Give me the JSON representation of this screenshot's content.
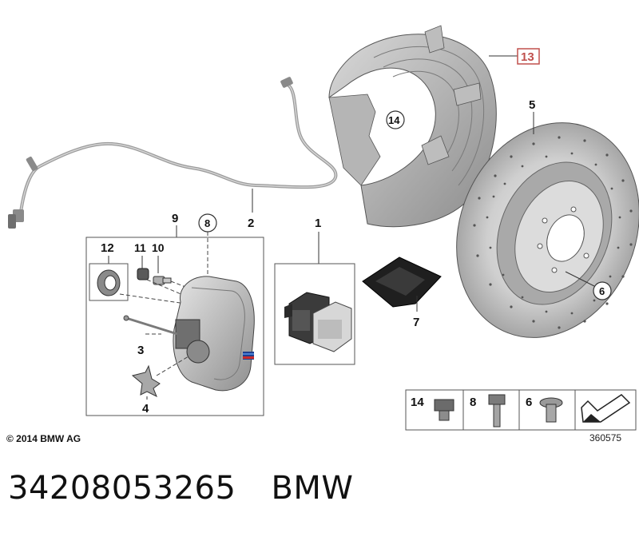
{
  "parts": {
    "p1": "1",
    "p2": "2",
    "p3": "3",
    "p4": "4",
    "p5": "5",
    "p6": "6",
    "p7": "7",
    "p8": "8",
    "p9": "9",
    "p10": "10",
    "p11": "11",
    "p12": "12",
    "p13": "13",
    "p14": "14"
  },
  "legend": {
    "l14": "14",
    "l8": "8",
    "l6": "6"
  },
  "highlight_color": "#c0504d",
  "copyright": "© 2014 BMW AG",
  "diagram_number": "360575",
  "footer": {
    "part_number": "34208053265",
    "brand": "BMW"
  }
}
